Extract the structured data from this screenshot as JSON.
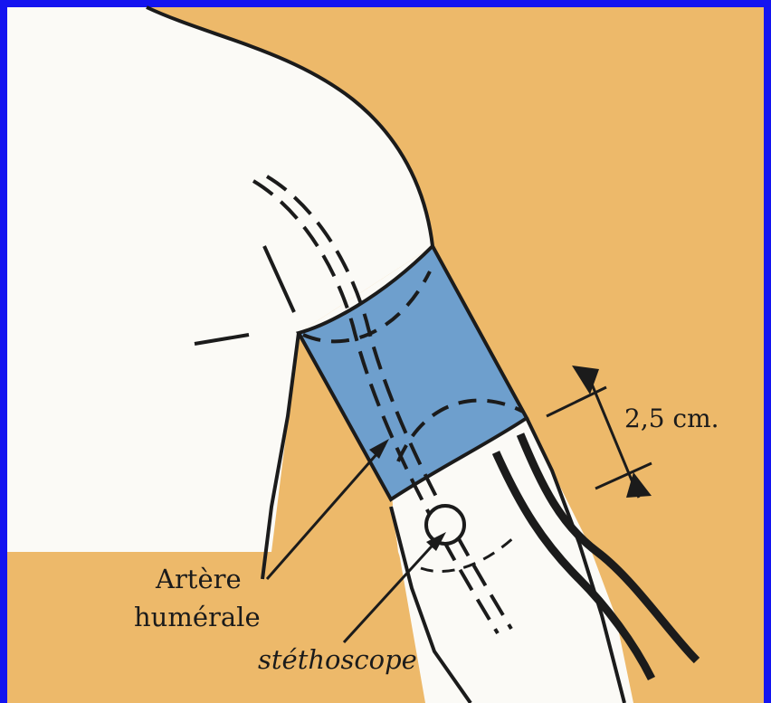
{
  "diagram": {
    "measurement_label": "2,5 cm.",
    "artery_label_line1": "Artère",
    "artery_label_line2": "humérale",
    "stethoscope_label": "stéthoscope"
  },
  "colors": {
    "frame_blue": "#1414f0",
    "background_orange": "#edb96a",
    "skin_white": "#fbfaf6",
    "cuff_blue": "#6e9fcd",
    "ink": "#1b1b1b"
  }
}
